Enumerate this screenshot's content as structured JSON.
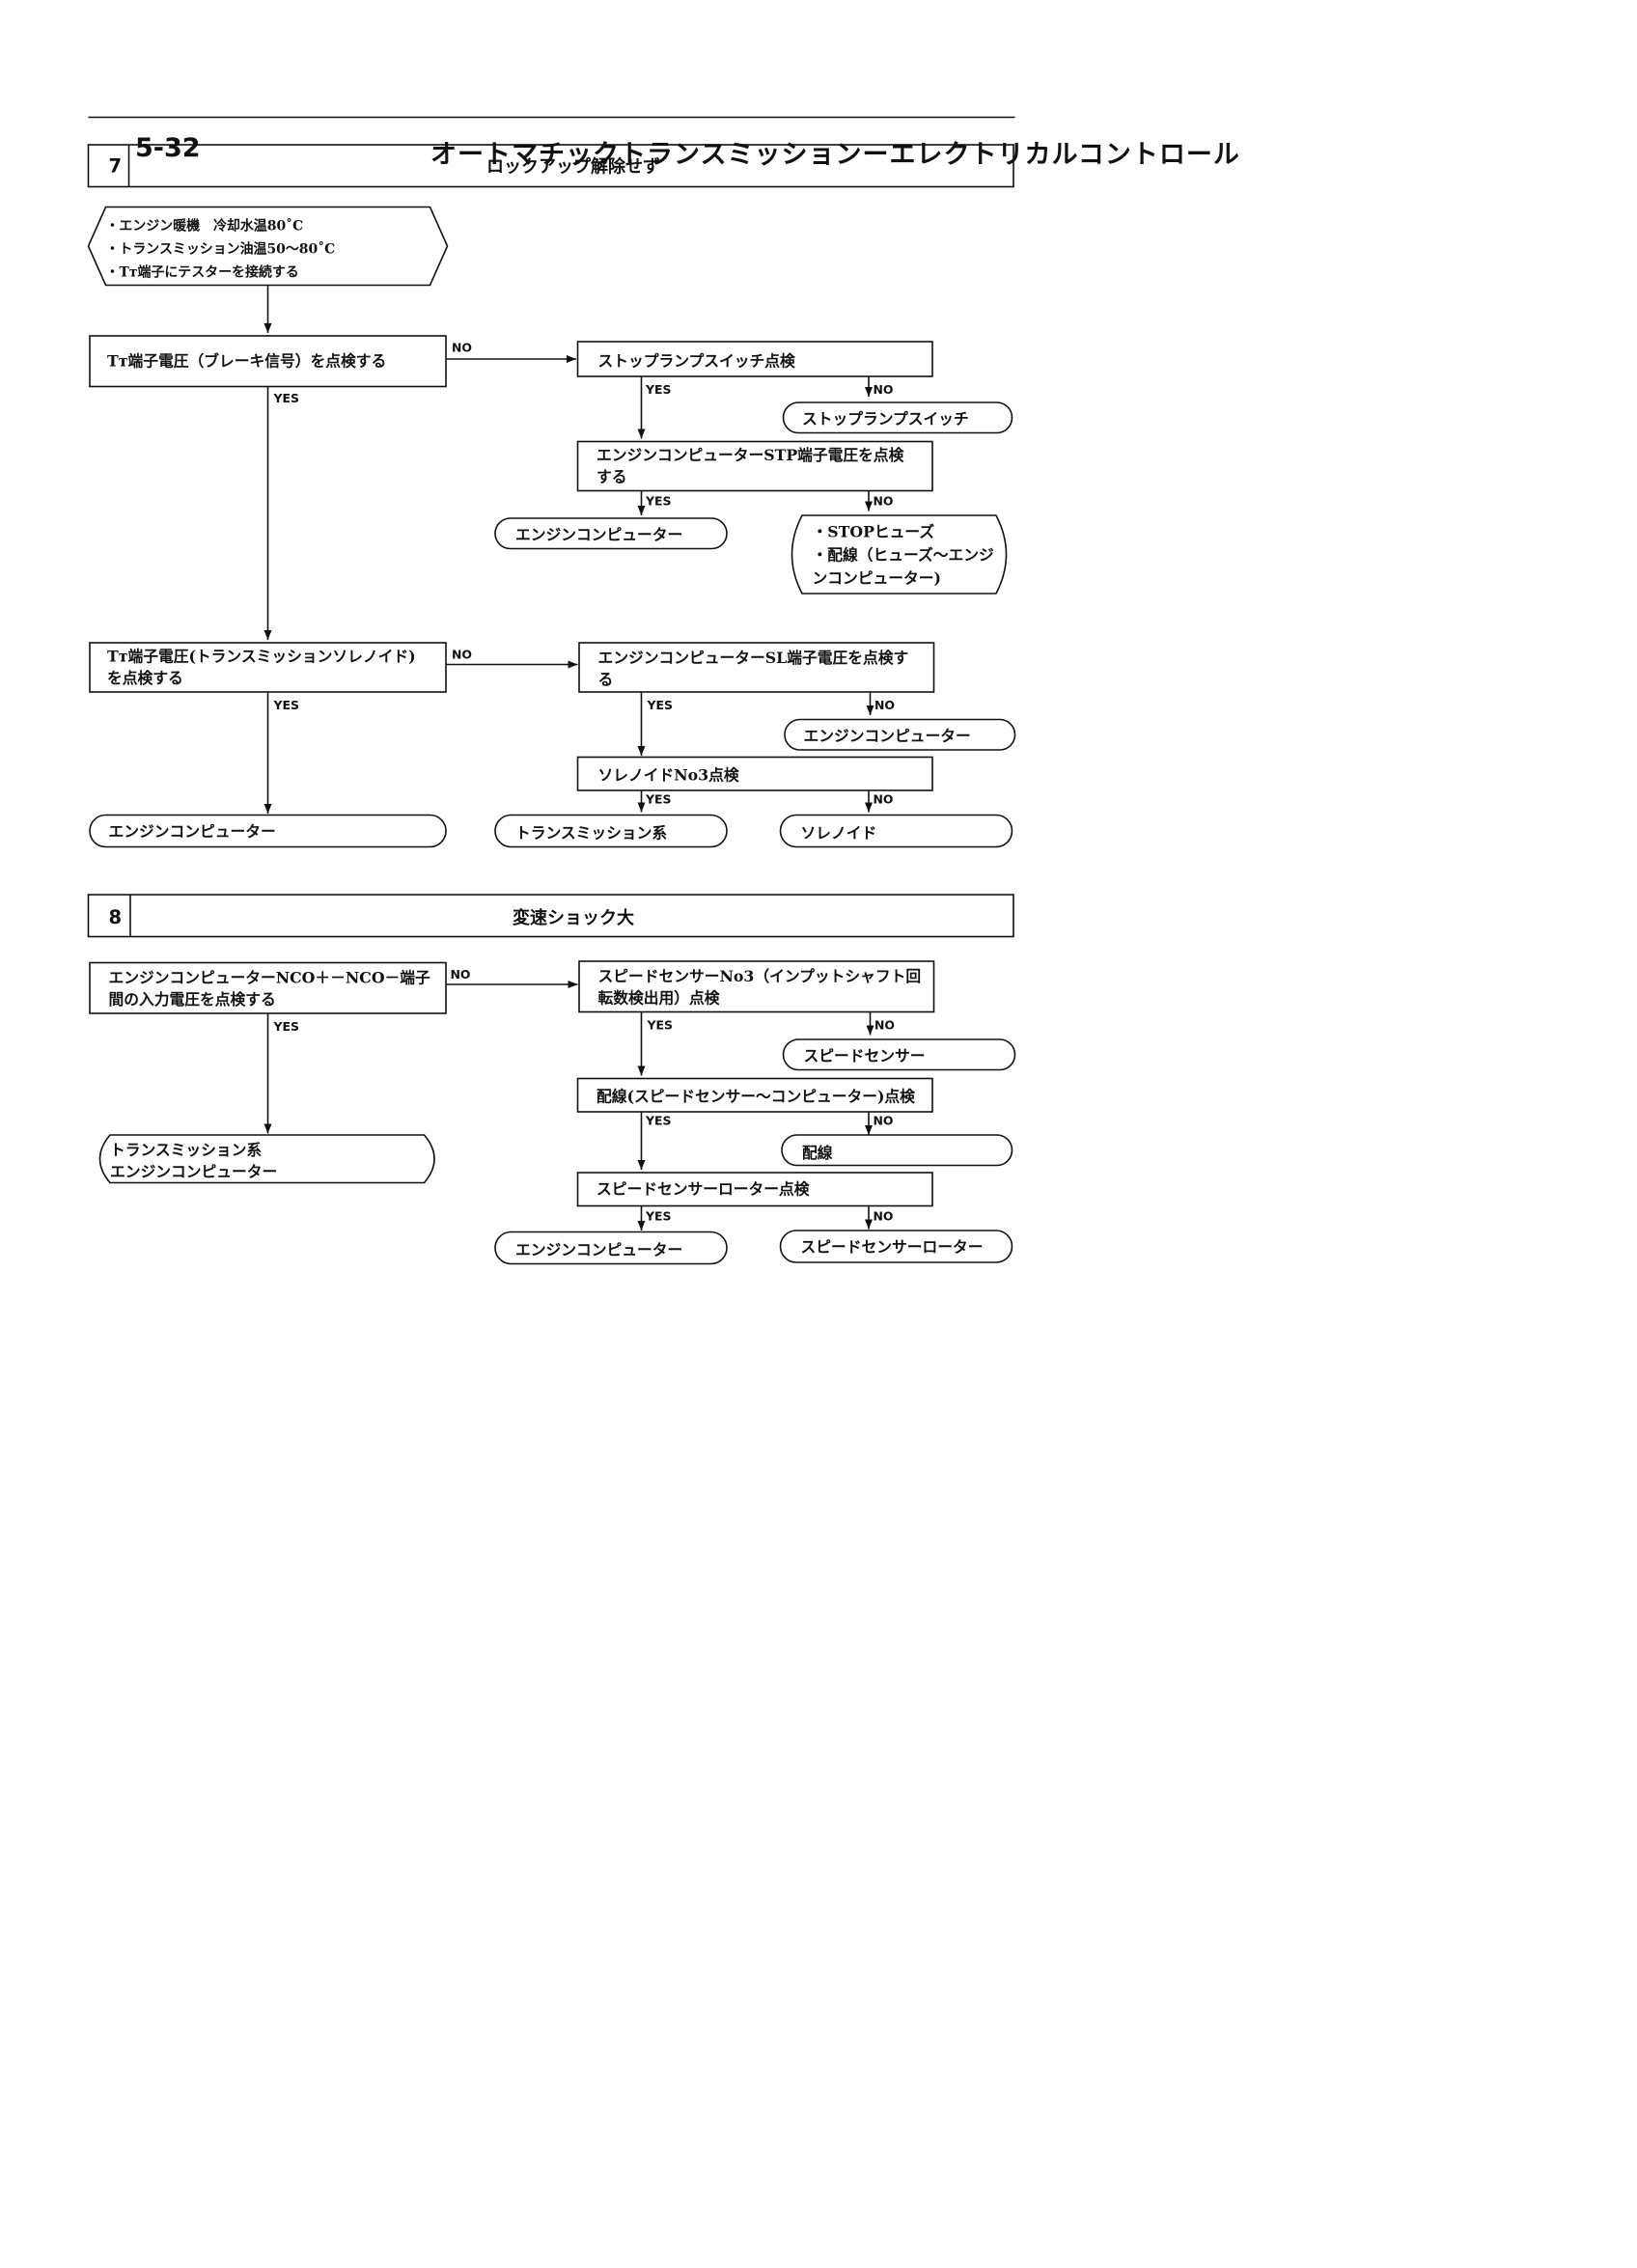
{
  "header": {
    "page_number": "5-32",
    "title": "オートマチックトランスミッションーエレクトリカルコントロール"
  },
  "sections": [
    {
      "number": "7",
      "title": "ロックアップ解除せず",
      "nodes": {
        "cond": [
          "・エンジン暖機　冷却水温80˚C",
          "・トランスミッション油温50～80˚C",
          "・Tᴛ端子にテスターを接続する"
        ],
        "a1": [
          "Tᴛ端子電圧（ブレーキ信号）を点検する"
        ],
        "b1": [
          "ストップランプスイッチ点検"
        ],
        "b1n": [
          "ストップランプスイッチ"
        ],
        "b2": [
          "エンジンコンピューターSTP端子電圧を点検",
          "する"
        ],
        "b2y": [
          "エンジンコンピューター"
        ],
        "b2n": [
          "・STOPヒューズ",
          "・配線（ヒューズ～エンジ",
          "ンコンピューター)"
        ],
        "a2": [
          "Tᴛ端子電圧(トランスミッションソレノイド)",
          "を点検する"
        ],
        "c1": [
          "エンジンコンピューターSL端子電圧を点検す",
          "る"
        ],
        "c1n": [
          "エンジンコンピューター"
        ],
        "c2": [
          "ソレノイドNo3点検"
        ],
        "c2y": [
          "トランスミッション系"
        ],
        "c2n": [
          "ソレノイド"
        ],
        "a2y": [
          "エンジンコンピューター"
        ]
      }
    },
    {
      "number": "8",
      "title": "変速ショック大",
      "nodes": {
        "d1": [
          "エンジンコンピューターNCO＋－NCO－端子",
          "間の入力電圧を点検する"
        ],
        "d1y": [
          "トランスミッション系",
          "エンジンコンピューター"
        ],
        "e1": [
          "スピードセンサーNo3（インプットシャフト回",
          "転数検出用）点検"
        ],
        "e1n": [
          "スピードセンサー"
        ],
        "e2": [
          "配線(スピードセンサー～コンピューター)点検"
        ],
        "e2n": [
          "配線"
        ],
        "e3": [
          "スピードセンサーローター点検"
        ],
        "e3y": [
          "エンジンコンピューター"
        ],
        "e3n": [
          "スピードセンサーローター"
        ]
      }
    }
  ],
  "labels": {
    "yes": "YES",
    "no": "NO"
  }
}
